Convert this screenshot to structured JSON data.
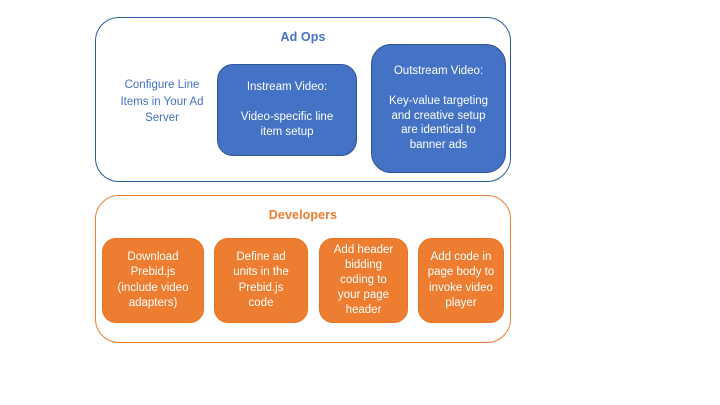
{
  "colors": {
    "blue_fill": "#4472C4",
    "blue_box_border": "#2F5597",
    "blue_panel_border": "#2E5C9E",
    "blue_text": "#4472C4",
    "orange": "#ED7D31",
    "box_text": "#FFFFFF",
    "background": "#FFFFFF"
  },
  "ad_ops": {
    "title": "Ad Ops",
    "side_note": "Configure Line\nItems in Your Ad\nServer",
    "boxes": [
      {
        "id": "instream-video",
        "text": "Instream Video:\n\nVideo-specific line\nitem setup"
      },
      {
        "id": "outstream-video",
        "text": "Outstream Video:\n\nKey-value targeting\nand creative setup\nare identical to\nbanner ads"
      }
    ]
  },
  "developers": {
    "title": "Developers",
    "boxes": [
      {
        "id": "download-prebid",
        "text": "Download\nPrebid.js\n(include video\nadapters)"
      },
      {
        "id": "define-ad-units",
        "text": "Define ad\nunits in the\nPrebid.js\ncode"
      },
      {
        "id": "add-header-bidding",
        "text": "Add header\nbidding\ncoding to\nyour page\nheader"
      },
      {
        "id": "add-page-body-code",
        "text": "Add code in\npage body to\ninvoke video\nplayer"
      }
    ]
  }
}
